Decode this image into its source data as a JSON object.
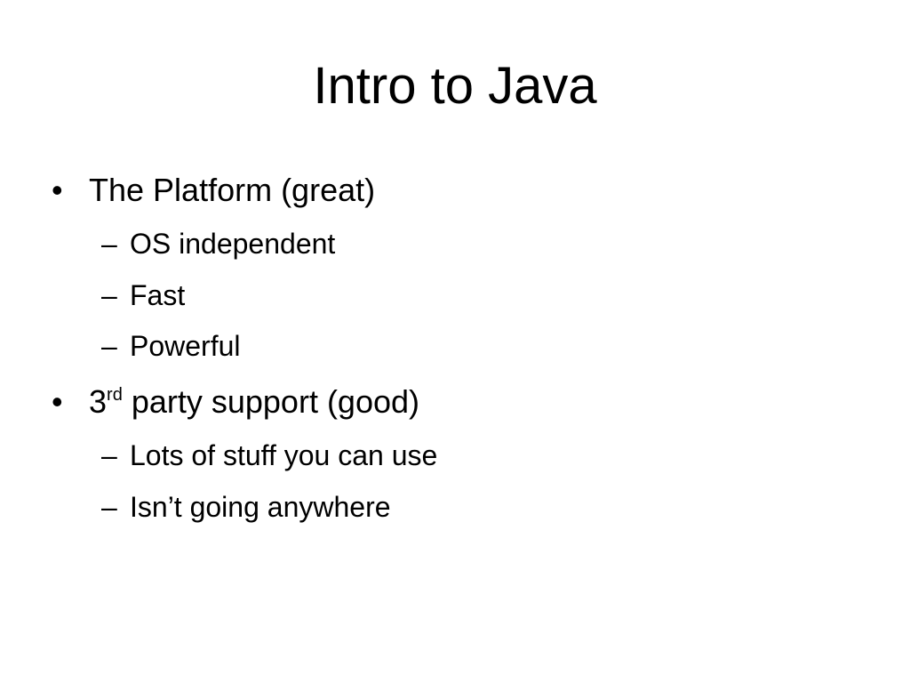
{
  "slide": {
    "title": "Intro to Java",
    "bullet_marker": "•",
    "sub_marker": "–",
    "items": [
      {
        "text": "The Platform (great)",
        "subitems": [
          "OS independent",
          "Fast",
          "Powerful"
        ]
      },
      {
        "text_prefix": "3",
        "text_sup": "rd",
        "text_rest": " party support (good)",
        "subitems": [
          "Lots of stuff you can use",
          "Isn’t going anywhere"
        ]
      }
    ]
  }
}
